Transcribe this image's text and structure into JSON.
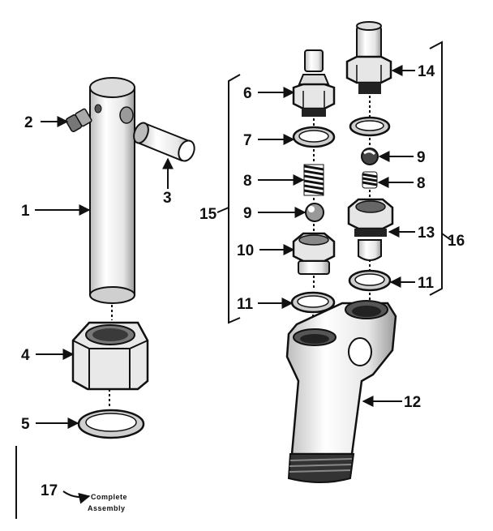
{
  "callouts": {
    "c1": "1",
    "c2": "2",
    "c3": "3",
    "c4": "4",
    "c5": "5",
    "c6": "6",
    "c7": "7",
    "c8a": "8",
    "c8b": "8",
    "c9a": "9",
    "c9b": "9",
    "c10": "10",
    "c11a": "11",
    "c11b": "11",
    "c12": "12",
    "c13": "13",
    "c14": "14",
    "c15": "15",
    "c16": "16",
    "c17": "17"
  },
  "note": {
    "line1": "Complete",
    "line2": "Assembly"
  },
  "colors": {
    "ink": "#111111",
    "paper": "#ffffff",
    "shade": "#cfcfcf",
    "dark": "#2a2a2a"
  }
}
